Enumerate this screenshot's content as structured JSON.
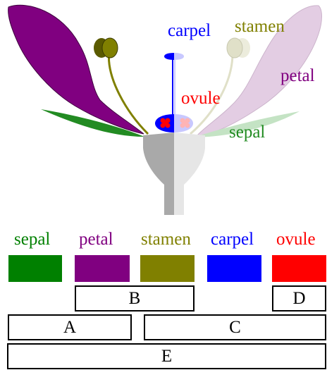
{
  "labels": {
    "carpel": "carpel",
    "stamen": "stamen",
    "petal": "petal",
    "ovule": "ovule",
    "sepal": "sepal"
  },
  "legend": [
    {
      "key": "sepal",
      "label": "sepal",
      "color": "#008000"
    },
    {
      "key": "petal",
      "label": "petal",
      "color": "#800080"
    },
    {
      "key": "stamen",
      "label": "stamen",
      "color": "#808000"
    },
    {
      "key": "carpel",
      "label": "carpel",
      "color": "#0000ff"
    },
    {
      "key": "ovule",
      "label": "ovule",
      "color": "#ff0000"
    }
  ],
  "boxes": {
    "a": "A",
    "b": "B",
    "c": "C",
    "d": "D",
    "e": "E"
  },
  "colors": {
    "sepal": "#008000",
    "sepal_light": "#c4e3c4",
    "petal": "#800080",
    "petal_light": "#e3cde3",
    "stamen": "#808000",
    "stamen_light": "#e0e0c8",
    "carpel": "#0000ff",
    "carpel_light": "#c8c8ff",
    "ovule": "#ff0000",
    "ovule_light": "#ffb4b4",
    "receptacle": "#a9a9a9",
    "receptacle_light": "#e6e6e6"
  }
}
